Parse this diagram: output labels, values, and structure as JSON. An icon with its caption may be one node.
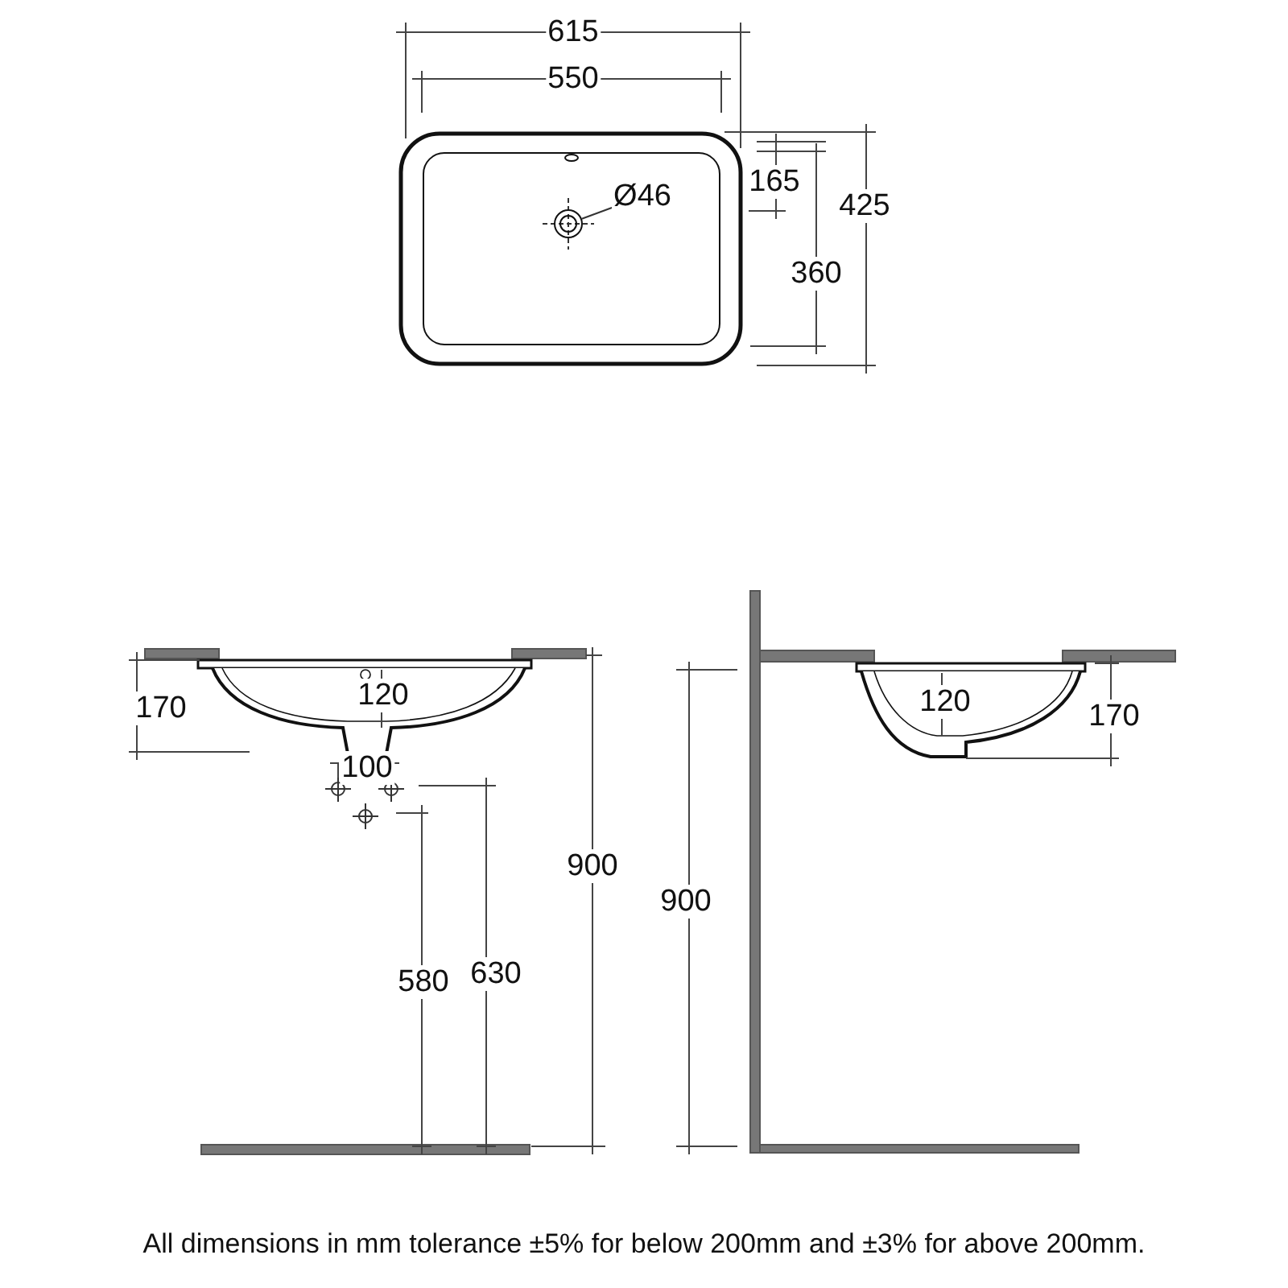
{
  "diagram": {
    "caption": "All dimensions in mm tolerance ±5% for below 200mm and ±3% for above 200mm.",
    "nodes": [
      {
        "text": [
          "Ø46"
        ]
      },
      {
        "text": [],
        "shape": "circle"
      }
    ],
    "edges": [
      {
        "from": 0,
        "to": 1,
        "arrow": "none"
      }
    ],
    "labels": [
      "615",
      "550",
      "165",
      "425",
      "360",
      "170",
      "120",
      "100",
      "900",
      "580",
      "630",
      "120",
      "170",
      "900"
    ]
  }
}
